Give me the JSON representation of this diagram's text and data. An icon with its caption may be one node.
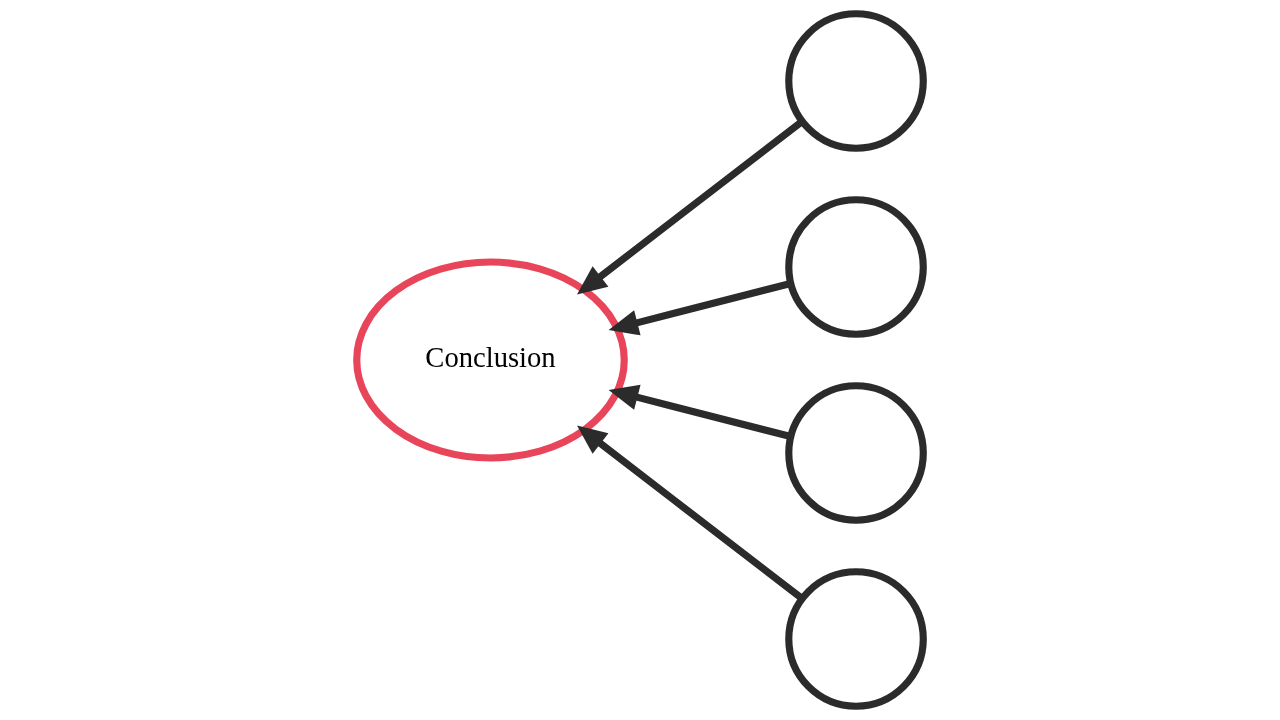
{
  "diagram": {
    "nodes": [
      {
        "text": [
          "Conclusion"
        ]
      },
      {
        "text": [],
        "shape": "circle"
      },
      {
        "text": [],
        "shape": "circle"
      },
      {
        "text": [],
        "shape": "circle"
      },
      {
        "text": [],
        "shape": "circle"
      }
    ],
    "edges": [
      {
        "from": 1,
        "to": 0,
        "arrow": "to"
      },
      {
        "from": 2,
        "to": 0,
        "arrow": "to"
      },
      {
        "from": 3,
        "to": 0,
        "arrow": "to"
      },
      {
        "from": 4,
        "to": 0,
        "arrow": "to"
      }
    ]
  }
}
